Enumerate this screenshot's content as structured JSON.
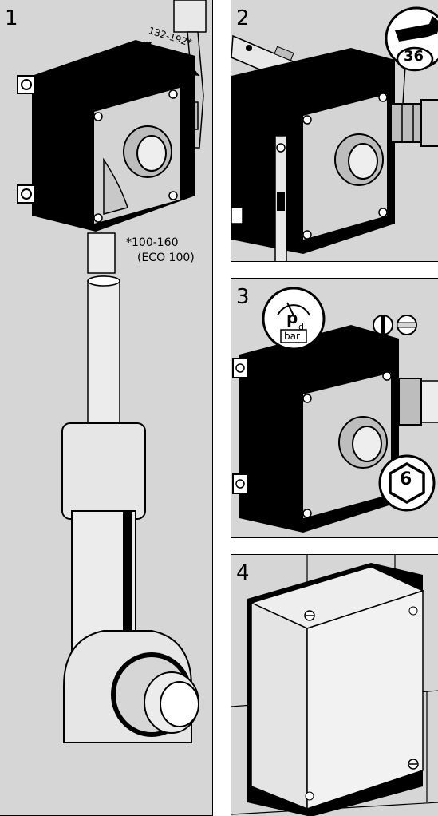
{
  "steps": [
    {
      "number": "1",
      "dimension_top": "132-192*",
      "dimension_pipe": "*100-160",
      "dimension_pipe_note": "(ECO 100)"
    },
    {
      "number": "2",
      "wrench_size": "36"
    },
    {
      "number": "3",
      "gauge_symbol": "p",
      "gauge_subscript": "d",
      "gauge_unit": "bar",
      "hex_size": "6"
    },
    {
      "number": "4"
    }
  ],
  "colors": {
    "panel_background": "#d6d6d6",
    "box": "#000000",
    "wall": "#e4e4e4",
    "line": "#000000"
  }
}
